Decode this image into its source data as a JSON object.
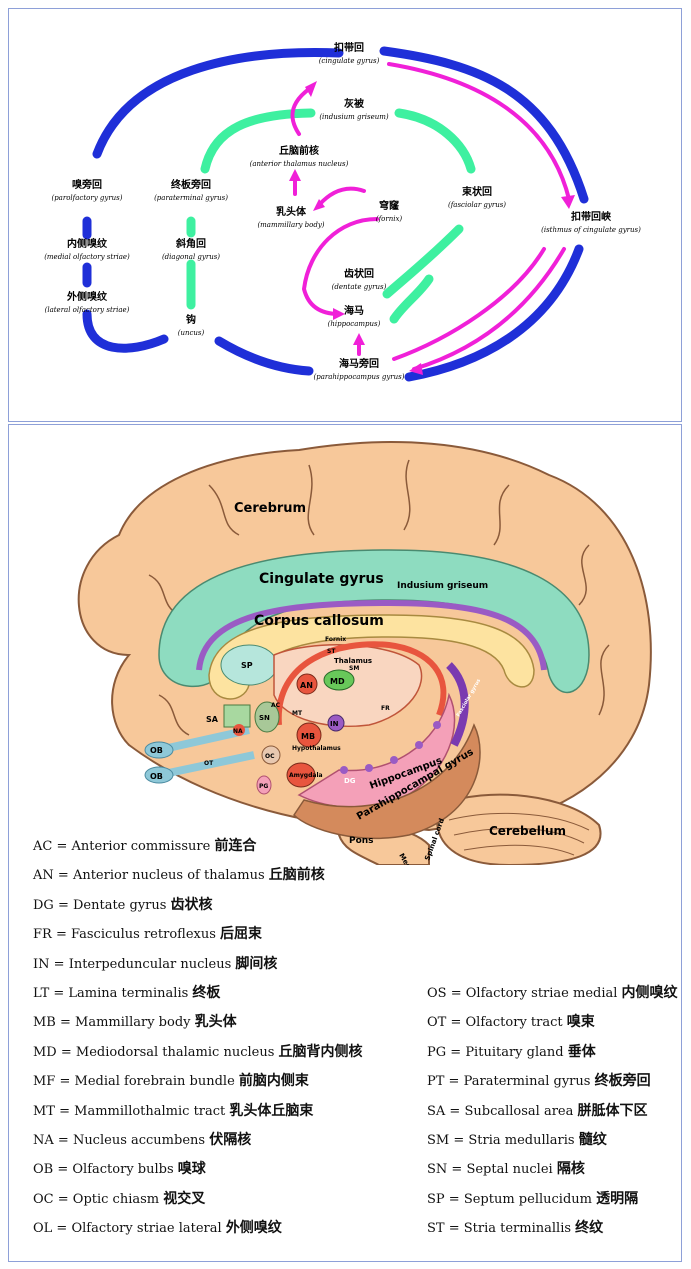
{
  "circuit": {
    "nodes": {
      "cingulate": {
        "zh": "扣带回",
        "en": "(cingulate gyrus)"
      },
      "indusium": {
        "zh": "灰被",
        "en": "(indusium griseum)"
      },
      "anterior_thalamus": {
        "zh": "丘脑前核",
        "en": "(anterior thalamus nucleus)"
      },
      "parolfactory": {
        "zh": "嗅旁回",
        "en": "(parolfactory gyrus)"
      },
      "paraterminal": {
        "zh": "终板旁回",
        "en": "(paraterminal gyrus)"
      },
      "mammillary": {
        "zh": "乳头体",
        "en": "(mammillary body)"
      },
      "fornix": {
        "zh": "穹窿",
        "en": "(fornix)"
      },
      "fasciolar": {
        "zh": "束状回",
        "en": "(fasciolar gyrus)"
      },
      "isthmus": {
        "zh": "扣带回峡",
        "en": "(isthmus of cingulate gyrus)"
      },
      "medial_olf": {
        "zh": "内侧嗅纹",
        "en": "(medial olfactory striae)"
      },
      "diagonal": {
        "zh": "斜角回",
        "en": "(diagonal gyrus)"
      },
      "dentate": {
        "zh": "齿状回",
        "en": "(dentate gyrus)"
      },
      "lateral_olf": {
        "zh": "外侧嗅纹",
        "en": "(lateral olfactory striae)"
      },
      "hippocampus": {
        "zh": "海马",
        "en": "(hippocampus)"
      },
      "uncus": {
        "zh": "钩",
        "en": "(uncus)"
      },
      "parahippocampus": {
        "zh": "海马旁回",
        "en": "(parahippocampus gyrus)"
      }
    },
    "colors": {
      "blue": "#1f2fd8",
      "green": "#3ef0a0",
      "magenta": "#f020d8"
    }
  },
  "brain": {
    "labels": {
      "cerebrum": "Cerebrum",
      "cingulate": "Cingulate gyrus",
      "indusium": "Indusium griseum",
      "corpus": "Corpus callosum",
      "fornix": "Fornix",
      "st": "ST",
      "thalamus": "Thalamus",
      "sm": "SM",
      "sp": "SP",
      "an": "AN",
      "md": "MD",
      "mt": "MT",
      "fr": "FR",
      "sa": "SA",
      "sn": "SN",
      "ac": "AC",
      "na": "NA",
      "in": "IN",
      "mb": "MB",
      "oc": "OC",
      "hypothalamus": "Hypothalamus",
      "ob": "OB",
      "ot": "OT",
      "pg": "PG",
      "amygdala": "Amygdala",
      "dg": "DG",
      "hippocampus": "Hippocampus",
      "parahippocampal": "Parahippocampal gyrus",
      "fasciolar": "Fasciolar gyrus",
      "pons": "Pons",
      "medulla": "Medulla oblongata",
      "cerebellum": "Cerebellum",
      "spinal": "Spinal cord"
    },
    "colors": {
      "brain": "#f7c89a",
      "cingulate": "#8edcc0",
      "corpus": "#fde3a0",
      "purple": "#9a5bc4",
      "red": "#e8553e",
      "pink": "#f4a0b8",
      "brown": "#d48a5c"
    }
  },
  "legend": {
    "left": [
      {
        "abbr": "AC",
        "en": "Anterior commissure",
        "zh": "前连合"
      },
      {
        "abbr": "AN",
        "en": "Anterior nucleus of thalamus",
        "zh": "丘脑前核"
      },
      {
        "abbr": "DG",
        "en": "Dentate gyrus",
        "zh": "齿状核"
      },
      {
        "abbr": "FR",
        "en": "Fasciculus retroflexus",
        "zh": "后屈束"
      },
      {
        "abbr": "IN",
        "en": "Interpeduncular nucleus",
        "zh": "脚间核"
      },
      {
        "abbr": "LT",
        "en": "Lamina terminalis",
        "zh": "终板"
      },
      {
        "abbr": "MB",
        "en": "Mammillary body",
        "zh": "乳头体"
      },
      {
        "abbr": "MD",
        "en": "Mediodorsal thalamic nucleus",
        "zh": "丘脑背内侧核"
      },
      {
        "abbr": "MF",
        "en": "Medial forebrain bundle",
        "zh": "前脑内侧束"
      },
      {
        "abbr": "MT",
        "en": "Mammillothalmic tract",
        "zh": "乳头体丘脑束"
      },
      {
        "abbr": "NA",
        "en": "Nucleus accumbens",
        "zh": "伏隔核"
      },
      {
        "abbr": "OB",
        "en": "Olfactory bulbs",
        "zh": "嗅球"
      },
      {
        "abbr": "OC",
        "en": "Optic chiasm",
        "zh": "视交叉"
      },
      {
        "abbr": "OL",
        "en": "Olfactory striae lateral",
        "zh": "外侧嗅纹"
      }
    ],
    "right": [
      {
        "abbr": "OS",
        "en": "Olfactory striae medial",
        "zh": "内侧嗅纹"
      },
      {
        "abbr": "OT",
        "en": "Olfactory tract",
        "zh": "嗅束"
      },
      {
        "abbr": "PG",
        "en": "Pituitary gland",
        "zh": "垂体"
      },
      {
        "abbr": "PT",
        "en": "Paraterminal gyrus",
        "zh": "终板旁回"
      },
      {
        "abbr": "SA",
        "en": "Subcallosal area",
        "zh": "胼胝体下区"
      },
      {
        "abbr": "SM",
        "en": "Stria medullaris",
        "zh": "髓纹"
      },
      {
        "abbr": "SN",
        "en": "Septal nuclei",
        "zh": "隔核"
      },
      {
        "abbr": "SP",
        "en": "Septum pellucidum",
        "zh": "透明隔"
      },
      {
        "abbr": "ST",
        "en": "Stria terminallis",
        "zh": "终纹"
      }
    ]
  }
}
